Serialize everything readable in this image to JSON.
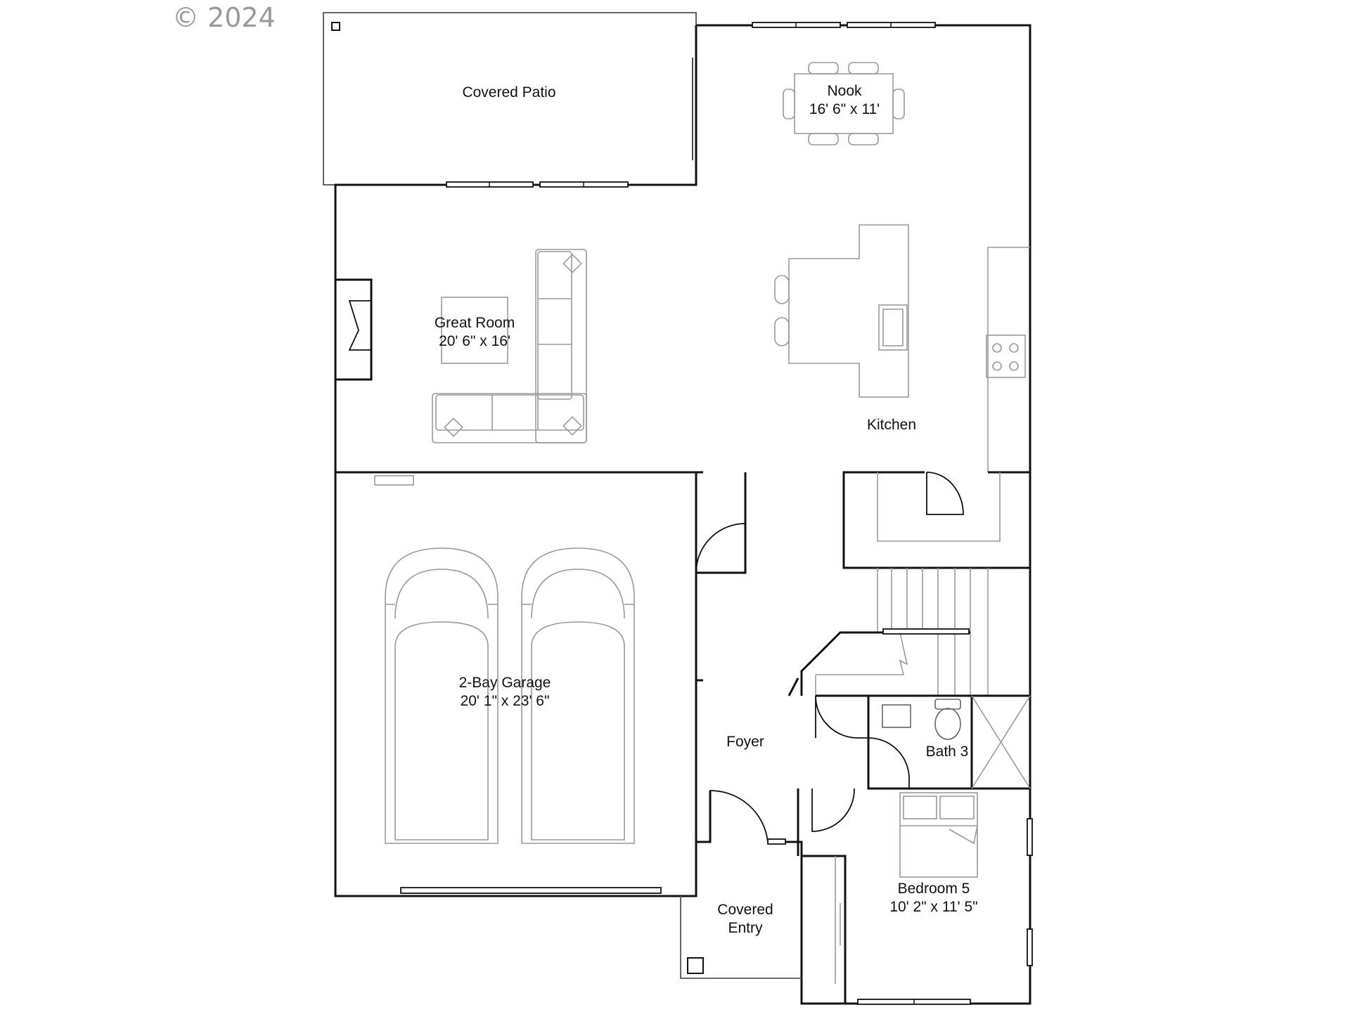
{
  "copyright": "© 2024",
  "rooms": {
    "covered_patio": {
      "name": "Covered Patio"
    },
    "nook": {
      "name": "Nook",
      "size": "16' 6\" x 11'"
    },
    "great_room": {
      "name": "Great Room",
      "size": "20' 6\" x 16'"
    },
    "kitchen": {
      "name": "Kitchen"
    },
    "garage": {
      "name": "2-Bay Garage",
      "size": "20' 1\" x 23' 6\""
    },
    "foyer": {
      "name": "Foyer"
    },
    "bath3": {
      "name": "Bath 3"
    },
    "covered_entry": {
      "line1": "Covered",
      "line2": "Entry"
    },
    "bedroom5": {
      "name": "Bedroom 5",
      "size": "10' 2\" x 11' 5\""
    }
  }
}
